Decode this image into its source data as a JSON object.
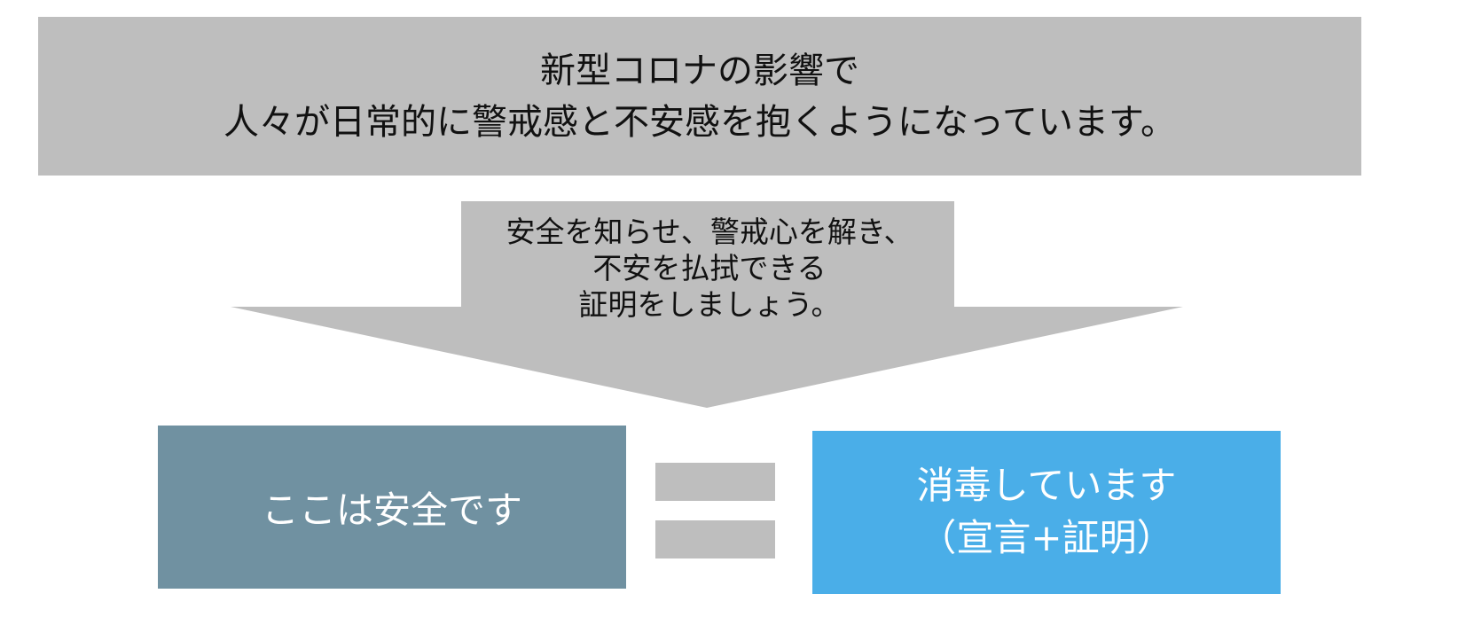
{
  "banner": {
    "line1": "新型コロナの影響で",
    "line2": "人々が日常的に警戒感と不安感を抱くようになっています。"
  },
  "arrow": {
    "line1": "安全を知らせ、警戒心を解き、",
    "line2": "不安を払拭できる",
    "line3": "証明をしましょう。"
  },
  "left_box": {
    "label": "ここは安全です"
  },
  "right_box": {
    "line1": "消毒しています",
    "line2": "（宣言+証明）"
  },
  "colors": {
    "gray": "#bebebe",
    "left_box": "#7091a1",
    "right_box": "#4aaee8",
    "text_dark": "#111111",
    "text_light": "#ffffff"
  }
}
